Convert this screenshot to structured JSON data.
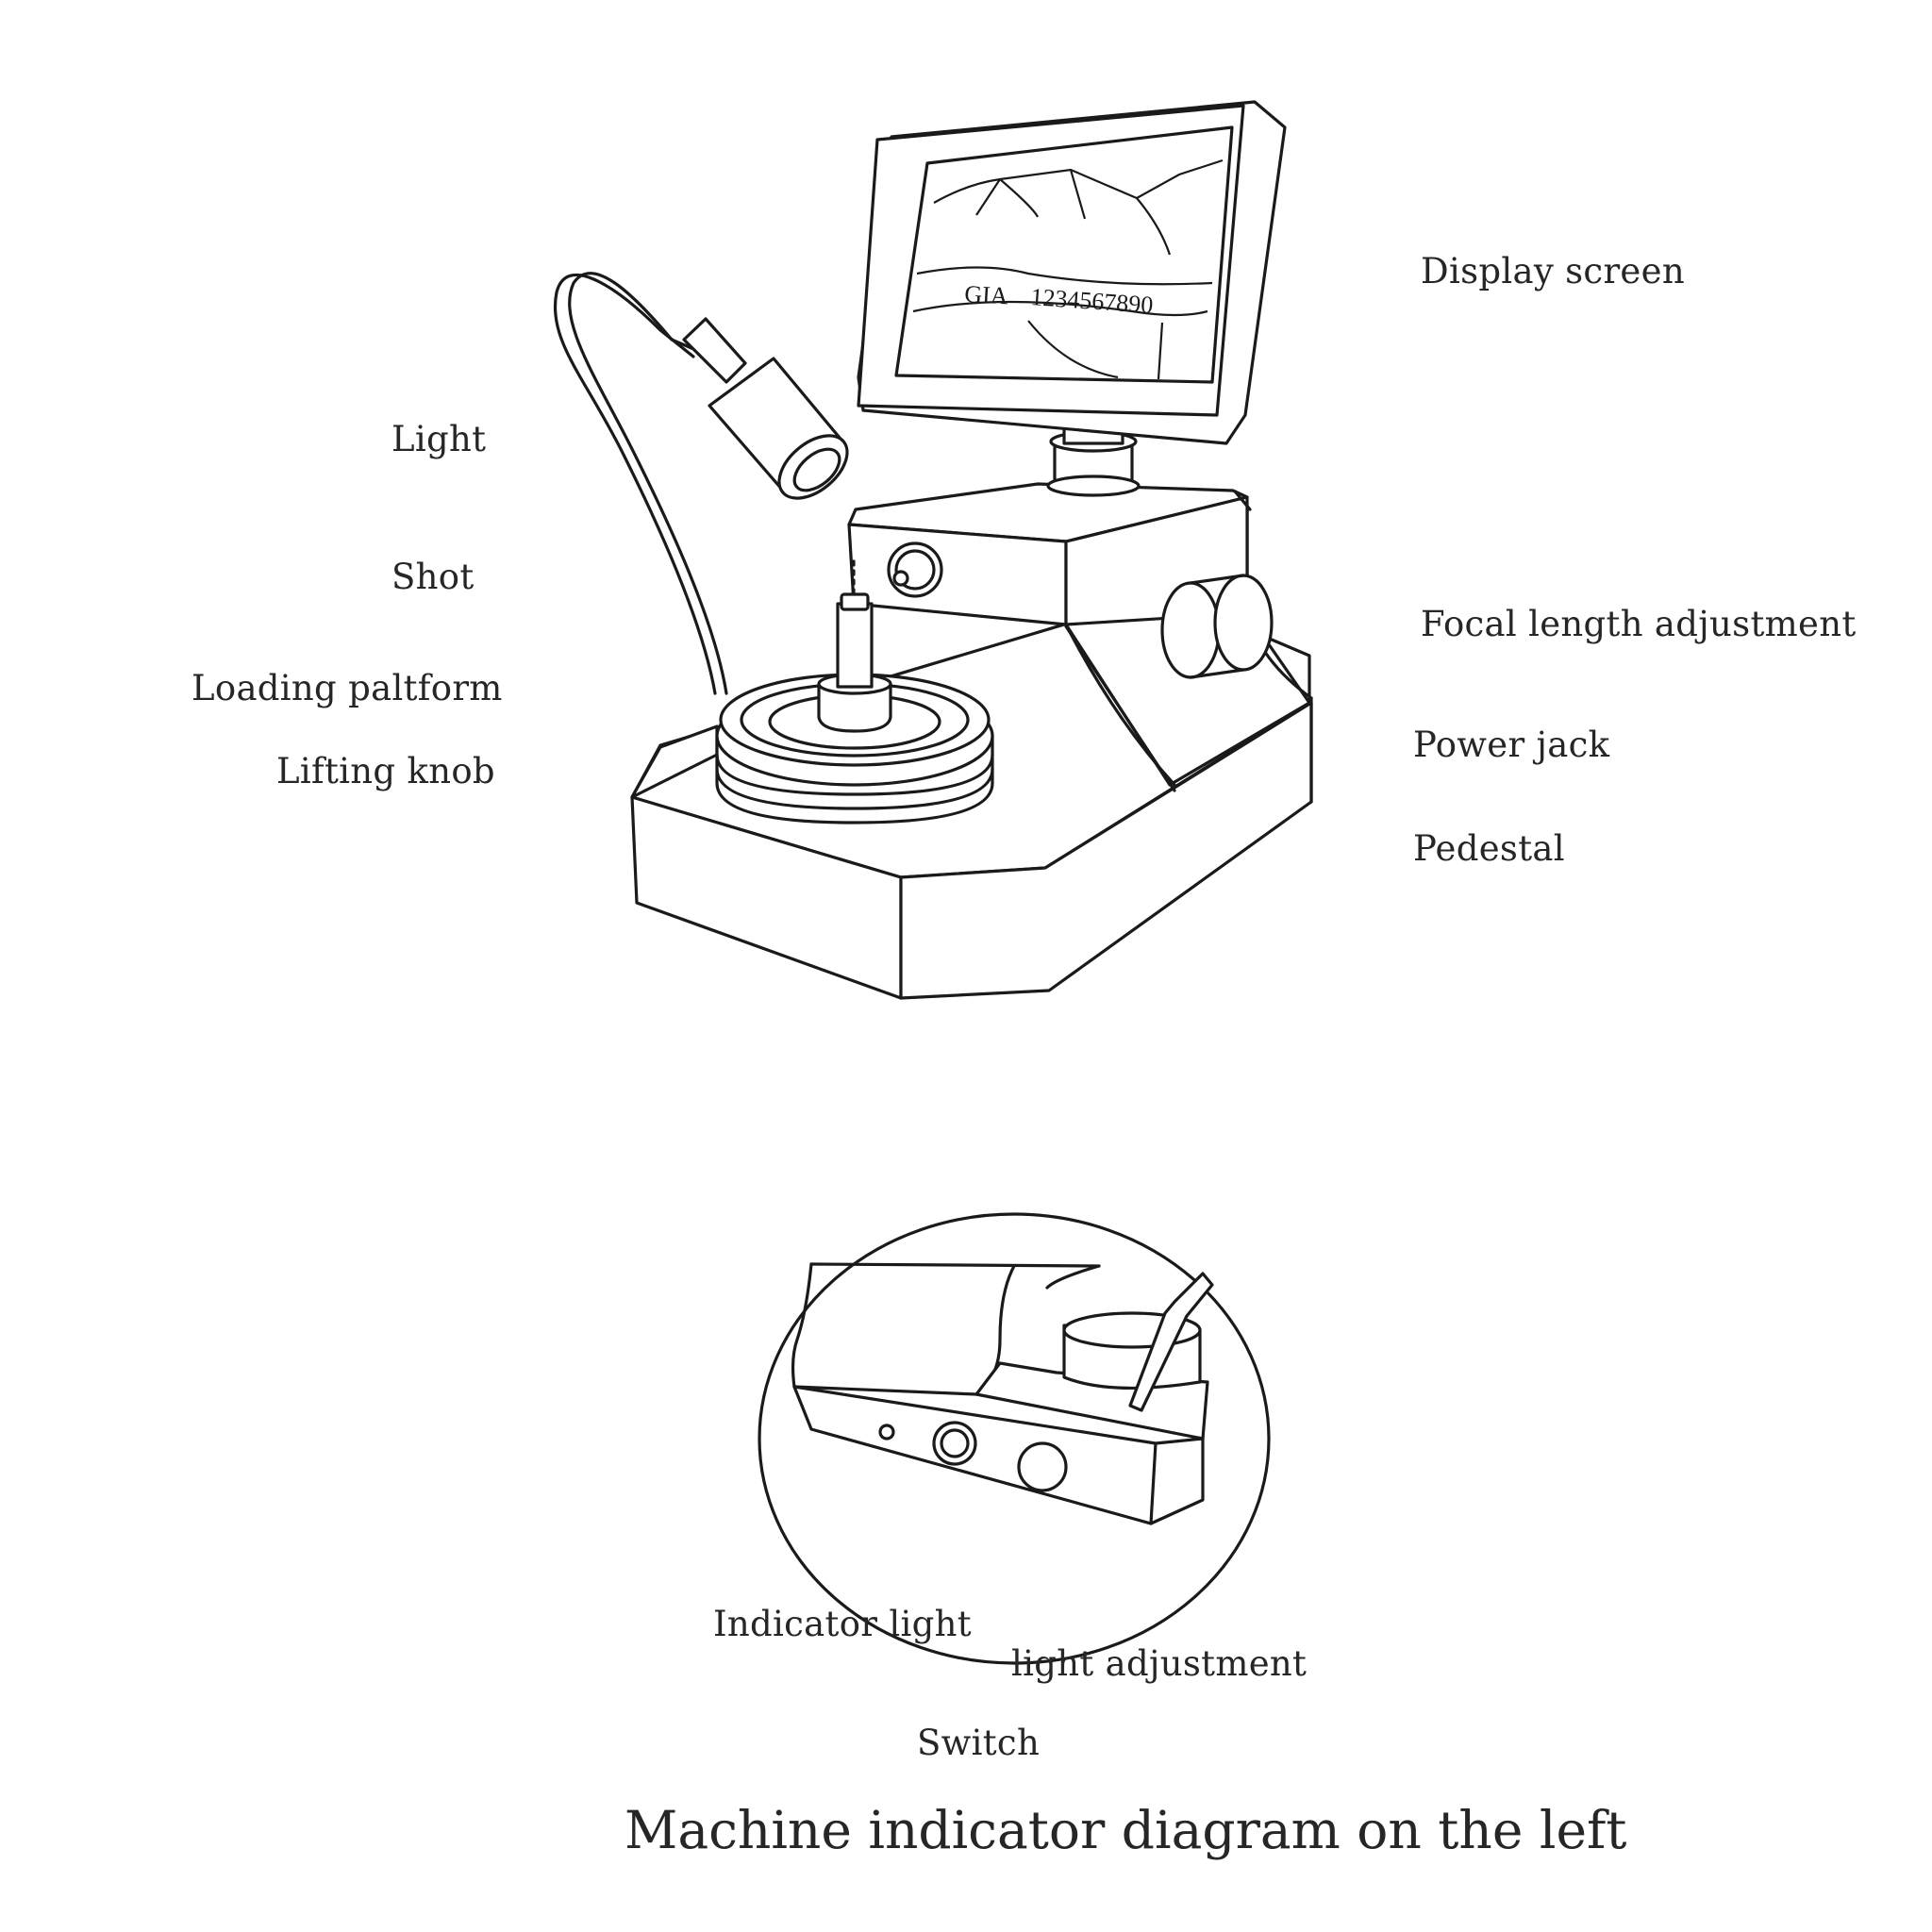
{
  "labels": {
    "display_screen": "Display screen",
    "light": "Light",
    "shot": "Shot",
    "loading_platform": "Loading paltform",
    "lifting_knob": "Lifting knob",
    "focal_length": "Focal length adjustment",
    "power_jack": "Power jack",
    "pedestal": "Pedestal",
    "indicator_light": "Indicator light",
    "light_adjustment": "light adjustment",
    "switch": "Switch"
  },
  "screen_text": {
    "brand": "GIA",
    "number": "1234567890"
  },
  "caption": "Machine indicator diagram on the left"
}
